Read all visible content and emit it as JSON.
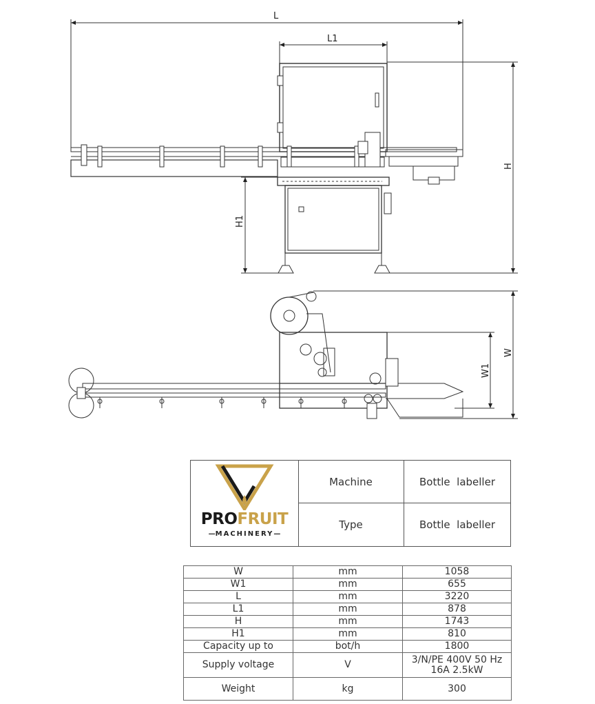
{
  "dimensions": {
    "L": "L",
    "L1": "L1",
    "H": "H",
    "H1": "H1",
    "W": "W",
    "W1": "W1"
  },
  "logo": {
    "brand_pro": "PRO",
    "brand_fruit": "FRUIT",
    "subtitle": "MACHINERY",
    "brand_color_gold": "#c9a24a",
    "brand_color_dark": "#1a1a1a"
  },
  "title_block": {
    "machine_label": "Machine",
    "machine_value": "Bottle  labeller",
    "type_label": "Type",
    "type_value": "Bottle  labeller"
  },
  "specs": [
    {
      "param": "W",
      "unit": "mm",
      "value": "1058"
    },
    {
      "param": "W1",
      "unit": "mm",
      "value": "655"
    },
    {
      "param": "L",
      "unit": "mm",
      "value": "3220"
    },
    {
      "param": "L1",
      "unit": "mm",
      "value": "878"
    },
    {
      "param": "H",
      "unit": "mm",
      "value": "1743"
    },
    {
      "param": "H1",
      "unit": "mm",
      "value": "810"
    },
    {
      "param": "Capacity up to",
      "unit": "bot/h",
      "value": "1800"
    },
    {
      "param": "Supply voltage",
      "unit": "V",
      "value": "3/N/PE 400V 50 Hz",
      "value2": "16A 2.5kW"
    },
    {
      "param": "Weight",
      "unit": "kg",
      "value": "300"
    }
  ]
}
